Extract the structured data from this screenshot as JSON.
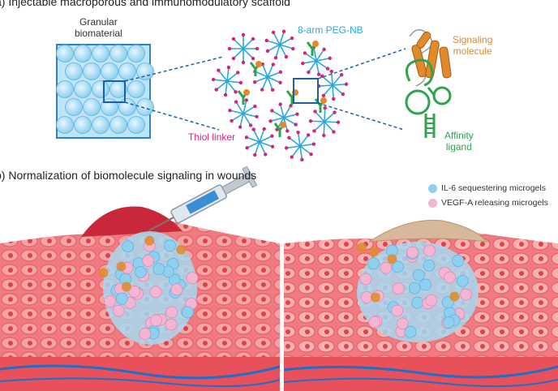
{
  "panel_a": {
    "heading": "a) Injectable macroporous and immunomodulatory scaffold",
    "granular_label": "Granular\nbiomaterial",
    "peg_label": "8-arm PEG-NB",
    "thiol_label": "Thiol linker",
    "signaling_label": "Signaling\nmolecule",
    "affinity_label": "Affinity\nligand"
  },
  "panel_b": {
    "heading": "b) Normalization of biomolecule signaling in wounds",
    "legend": [
      {
        "label": "IL-6 sequestering microgels",
        "color": "#8fd0ef"
      },
      {
        "label": "VEGF-A releasing microgels",
        "color": "#f2b6d3"
      }
    ]
  },
  "colors": {
    "peg": "#2aa8dc",
    "thiol": "#d6227e",
    "ligand": "#2ea44f",
    "signaling": "#e08a2c",
    "tissue": "#e7545c"
  }
}
